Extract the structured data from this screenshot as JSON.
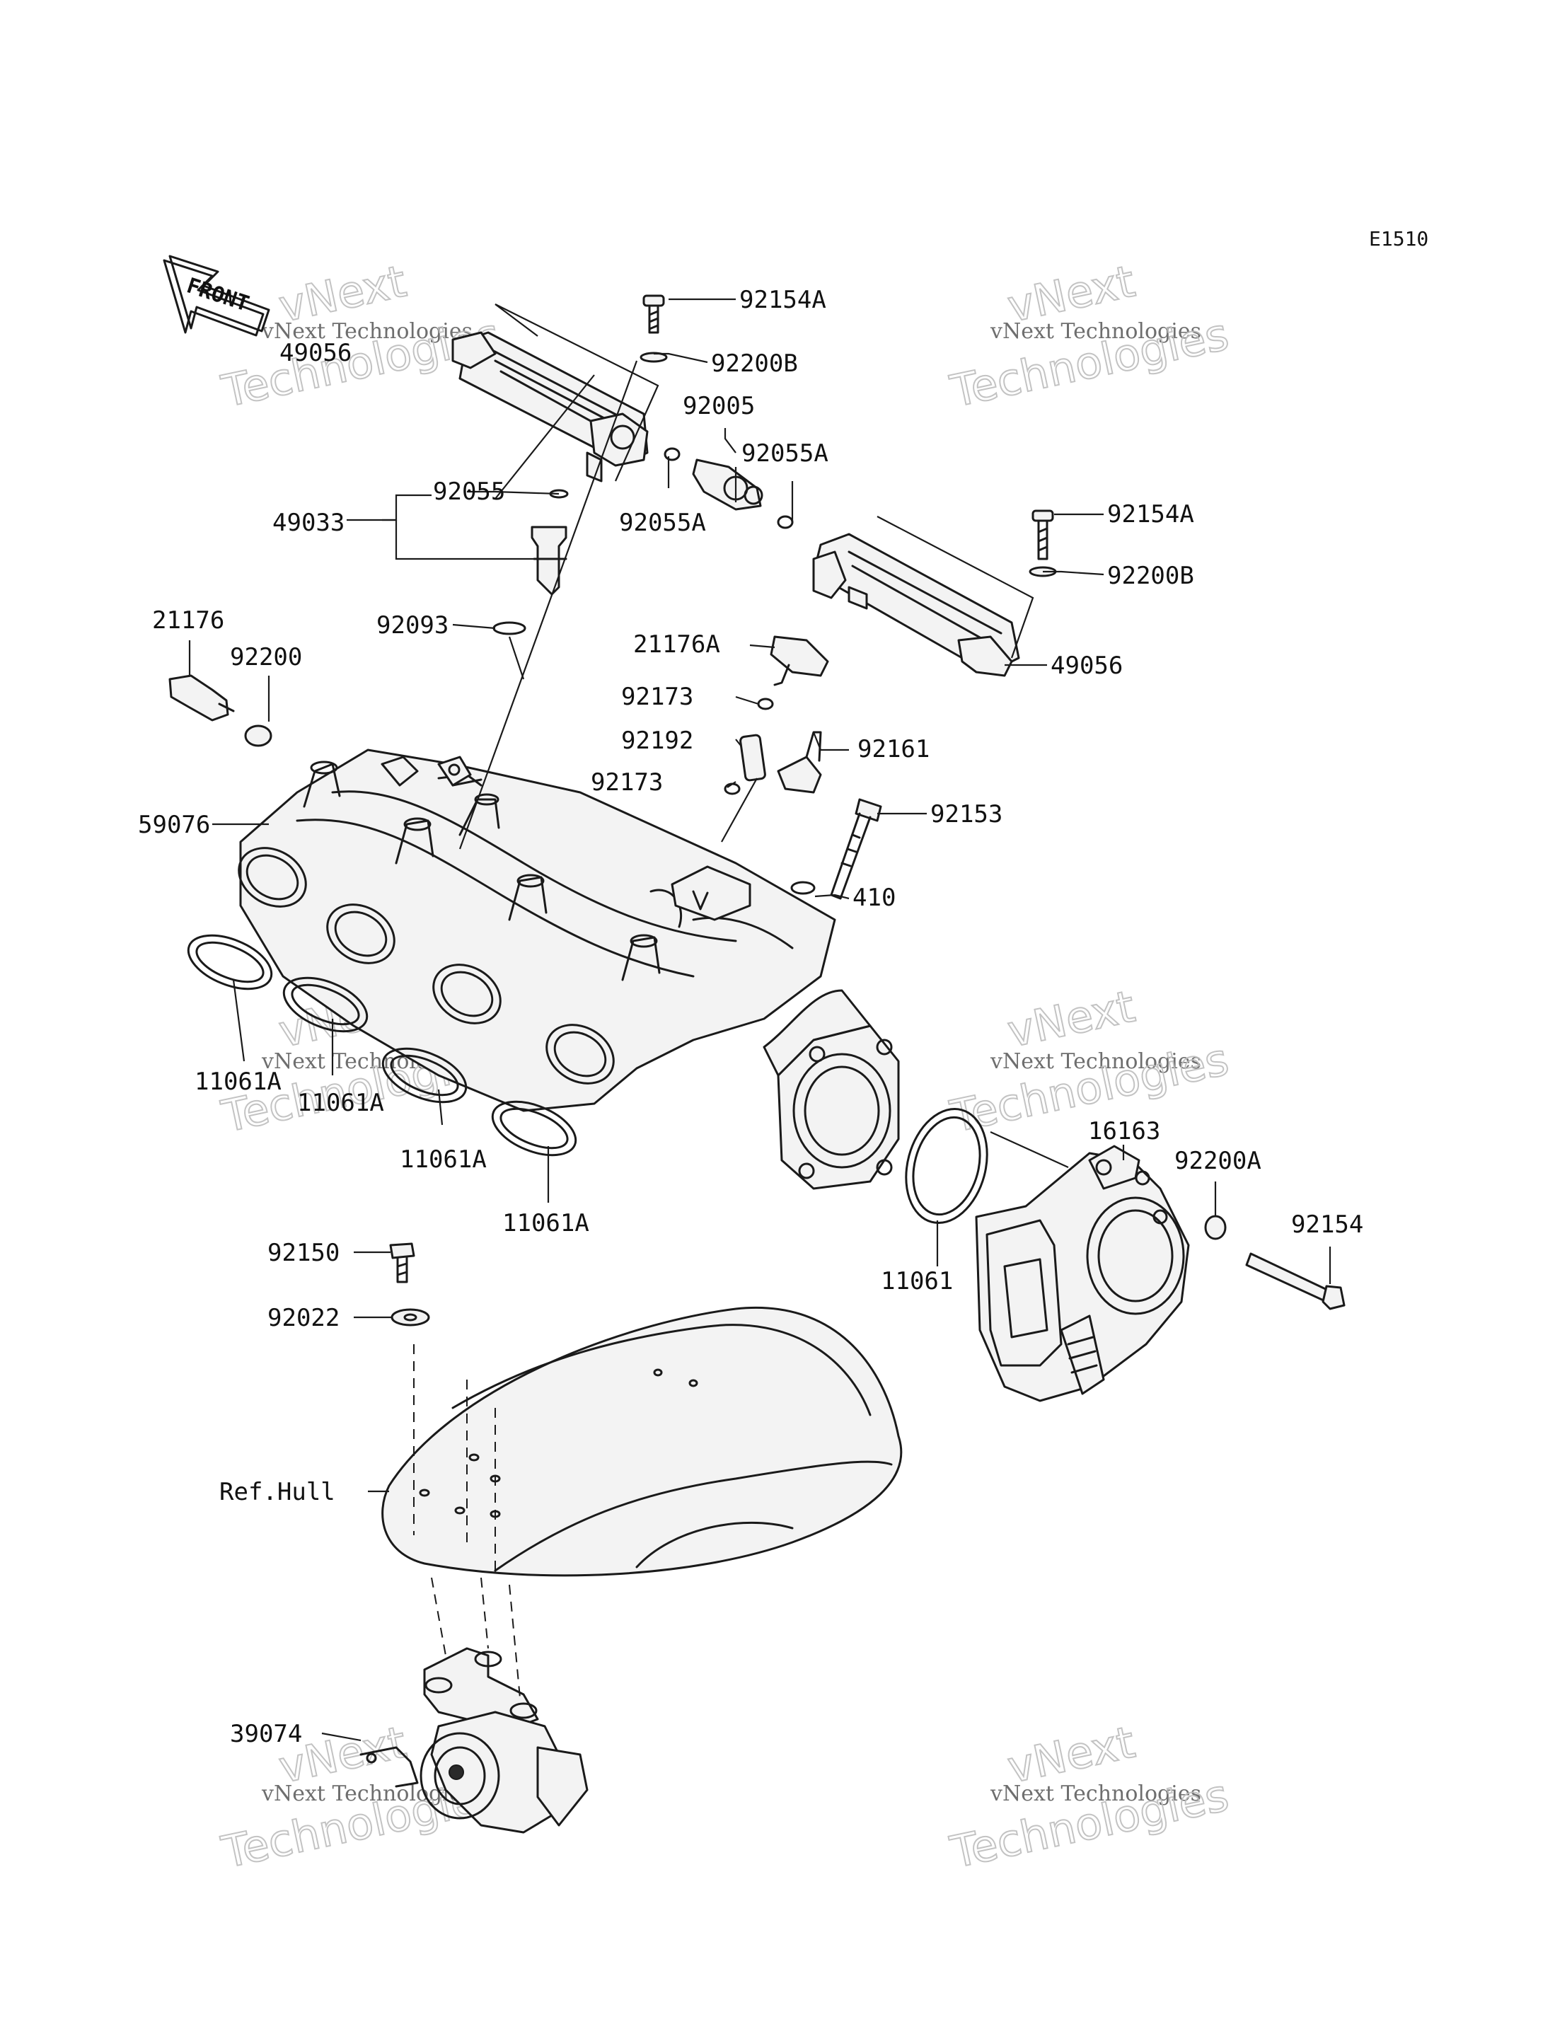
{
  "diagram_code": "E1510",
  "front_label": "FRONT",
  "watermark": {
    "line1": "vNext",
    "line2": "vNext Technologies",
    "line3": "Technologies"
  },
  "part_labels": {
    "p92154A_top": "92154A",
    "p49056_top": "49056",
    "p92200B_top": "92200B",
    "p92005": "92005",
    "p92055A_right": "92055A",
    "p92055A_left": "92055A",
    "p92055": "92055",
    "p49033": "49033",
    "p92093": "92093",
    "p92154A_right": "92154A",
    "p92200B_right": "92200B",
    "p49056_right": "49056",
    "p21176": "21176",
    "p92200": "92200",
    "p21176A": "21176A",
    "p92173_top": "92173",
    "p92192": "92192",
    "p92161": "92161",
    "p92173_bottom": "92173",
    "p92153": "92153",
    "p59076": "59076",
    "p410": "410",
    "p11061A_1": "11061A",
    "p11061A_2": "11061A",
    "p11061A_3": "11061A",
    "p11061A_4": "11061A",
    "p16163": "16163",
    "p92200A": "92200A",
    "p92154": "92154",
    "p11061": "11061",
    "p92150": "92150",
    "p92022": "92022",
    "ref_hull": "Ref.Hull",
    "p39074": "39074"
  }
}
